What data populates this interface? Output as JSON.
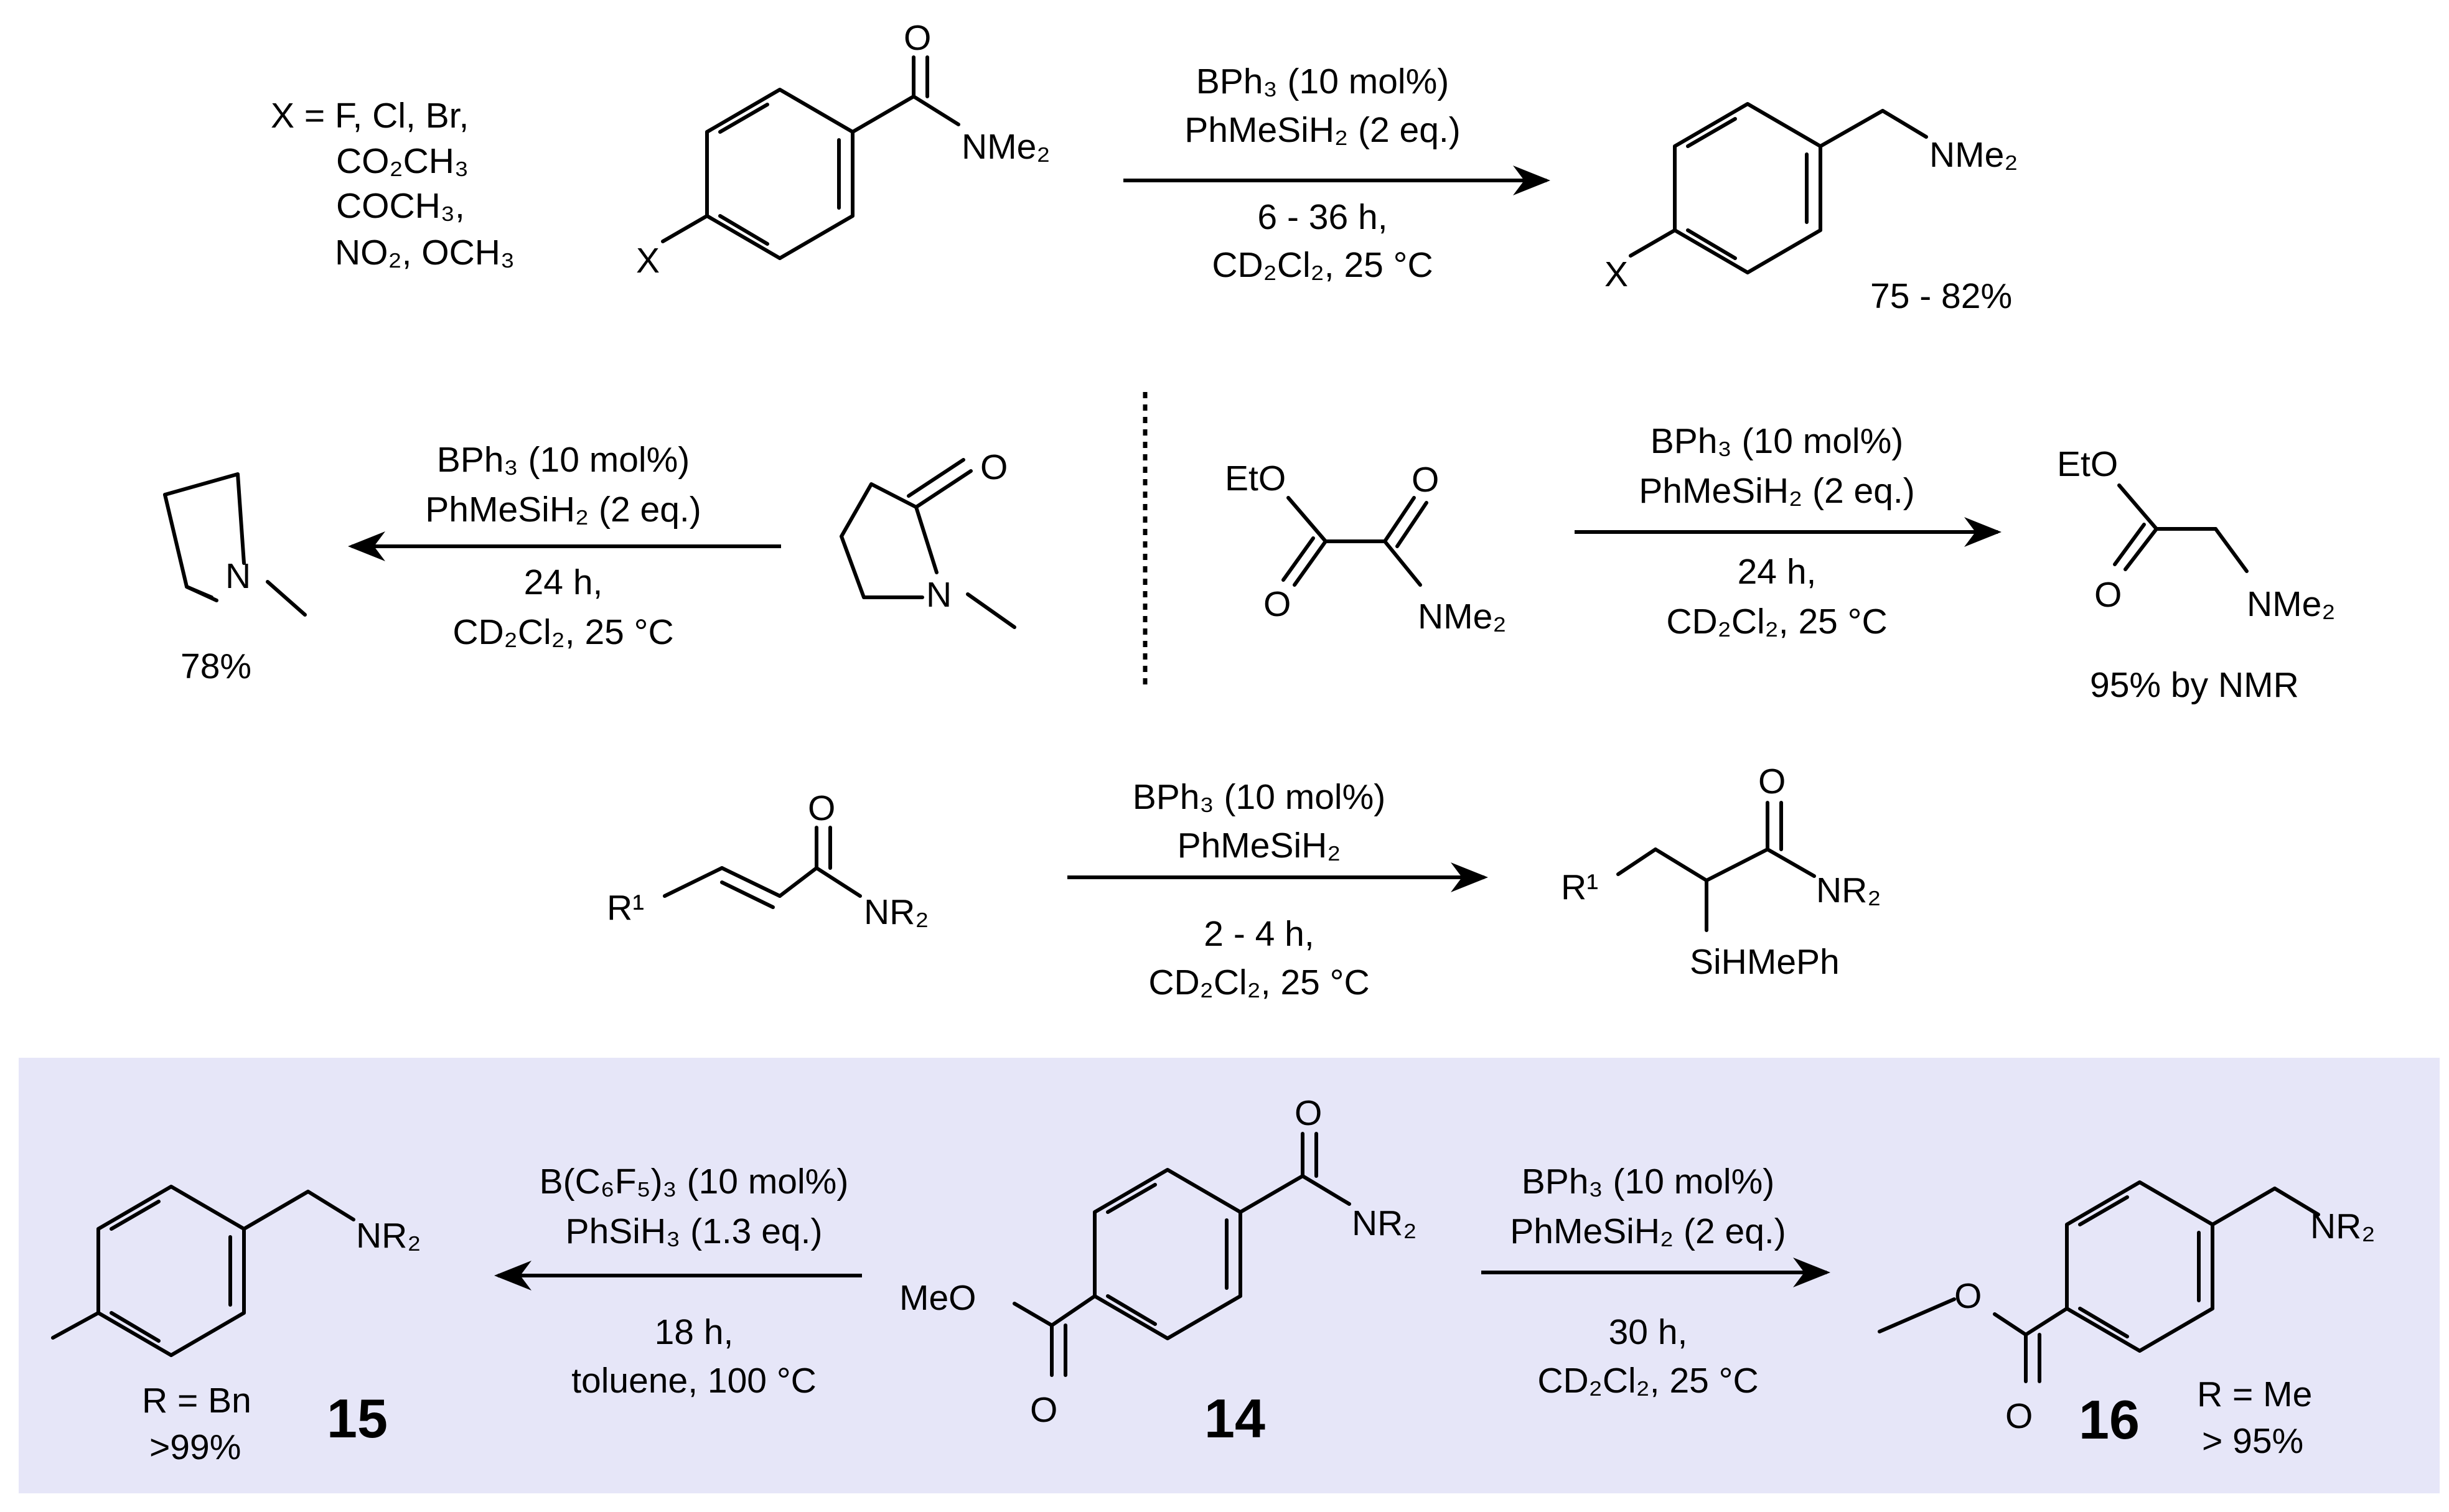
{
  "row1": {
    "x_list": [
      "X = F, Cl, Br,",
      "CO₂CH₃",
      "COCH₃,",
      "NO₂, OCH₃"
    ],
    "sm_o": "O",
    "sm_x": "X",
    "sm_nme2": "NMe₂",
    "cond_top": [
      "BPh₃ (10 mol%)",
      "PhMeSiH₂ (2 eq.)"
    ],
    "cond_bottom": [
      "6 - 36 h,",
      "CD₂Cl₂, 25 °C"
    ],
    "prod_x": "X",
    "prod_nme2": "NMe₂",
    "yield": "75 - 82%"
  },
  "row2_left": {
    "sm_o": "O",
    "sm_n": "N",
    "cond_top": [
      "BPh₃ (10 mol%)",
      "PhMeSiH₂ (2 eq.)"
    ],
    "cond_bottom": [
      "24 h,",
      "CD₂Cl₂, 25 °C"
    ],
    "prod_n": "N",
    "yield": "78%"
  },
  "row2_right": {
    "sm_eto": "EtO",
    "sm_o1": "O",
    "sm_o2": "O",
    "sm_nme2": "NMe₂",
    "cond_top": [
      "BPh₃ (10 mol%)",
      "PhMeSiH₂ (2 eq.)"
    ],
    "cond_bottom": [
      "24 h,",
      "CD₂Cl₂, 25 °C"
    ],
    "prod_eto": "EtO",
    "prod_o": "O",
    "prod_nme2": "NMe₂",
    "yield": "95% by NMR"
  },
  "row3": {
    "sm_r1": "R¹",
    "sm_o": "O",
    "sm_nr2": "NR₂",
    "cond_top": [
      "BPh₃ (10 mol%)",
      "PhMeSiH₂"
    ],
    "cond_bottom": [
      "2 - 4 h,",
      "CD₂Cl₂, 25 °C"
    ],
    "prod_r1": "R¹",
    "prod_o": "O",
    "prod_nr2": "NR₂",
    "prod_si": "SiHMePh"
  },
  "panel": {
    "background": "#e6e6f8",
    "left_cond_top": [
      "B(C₆F₅)₃ (10 mol%)",
      "PhSiH₃ (1.3 eq.)"
    ],
    "left_cond_bottom": [
      "18 h,",
      "toluene, 100 °C"
    ],
    "right_cond_top": [
      "BPh₃ (10 mol%)",
      "PhMeSiH₂ (2 eq.)"
    ],
    "right_cond_bottom": [
      "30 h,",
      "CD₂Cl₂, 25 °C"
    ],
    "c15": {
      "nr2": "NR₂",
      "r_label": "R = Bn",
      "yield": ">99%",
      "number": "15"
    },
    "c14": {
      "meo": "MeO",
      "o_ester": "O",
      "o_amide": "O",
      "nr2": "NR₂",
      "number": "14"
    },
    "c16": {
      "o_ether": "O",
      "o_carbonyl": "O",
      "nr2": "NR₂",
      "r_label": "R = Me",
      "yield": "> 95%",
      "number": "16"
    }
  }
}
